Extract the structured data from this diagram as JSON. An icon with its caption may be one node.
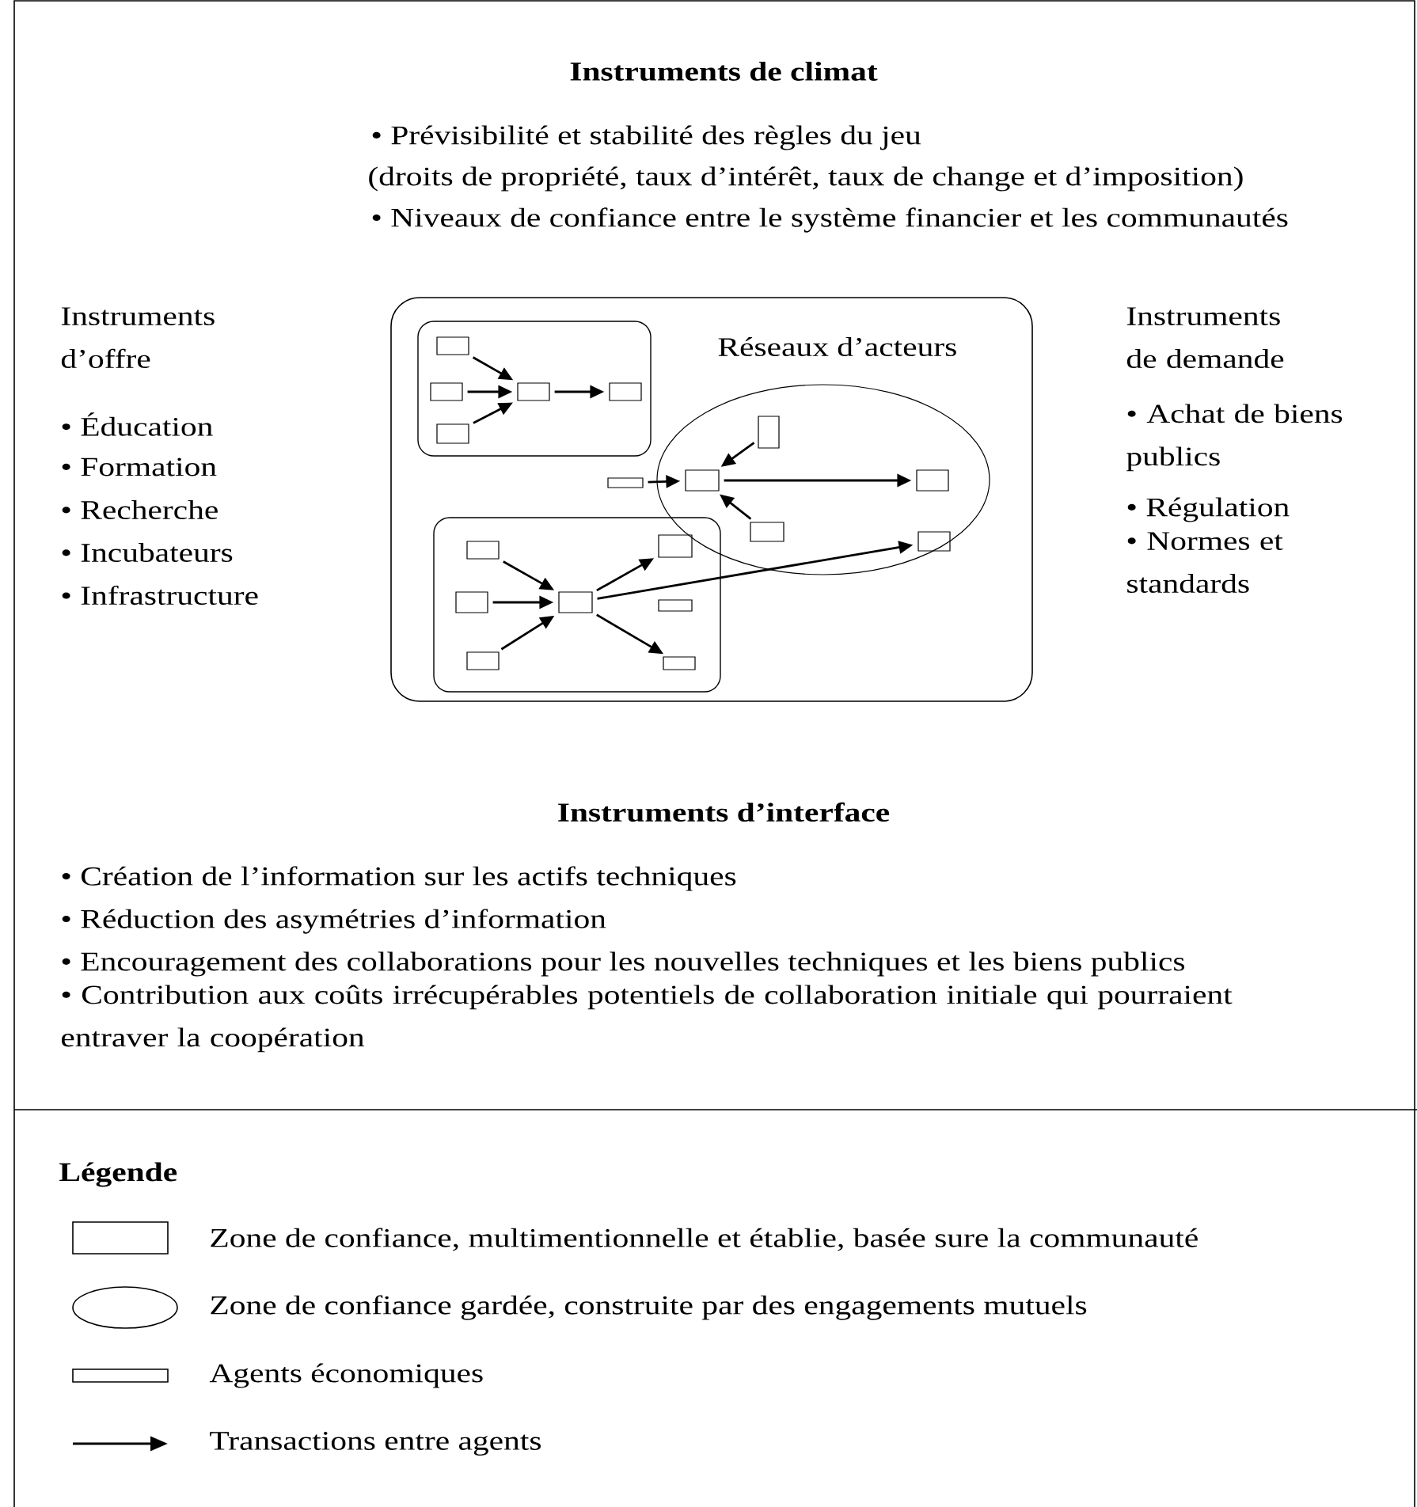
{
  "diagram": {
    "nodes": [
      {
        "text": [
          "Réseaux d’acteurs"
        ]
      },
      {
        "text": [],
        "shape": "box",
        "in": 0
      },
      {
        "text": [],
        "shape": "box",
        "in": 1
      },
      {
        "text": [],
        "shape": "box",
        "in": 1
      },
      {
        "text": [],
        "shape": "box",
        "in": 1
      },
      {
        "text": [],
        "shape": "box",
        "in": 1
      },
      {
        "text": [],
        "shape": "box",
        "in": 1
      },
      {
        "text": [],
        "shape": "ellipse",
        "in": 0
      },
      {
        "text": [],
        "shape": "box",
        "in": 0
      },
      {
        "text": [],
        "shape": "box",
        "in": 7
      },
      {
        "text": [],
        "shape": "box",
        "in": 7
      },
      {
        "text": [],
        "shape": "box",
        "in": 7
      },
      {
        "text": [],
        "shape": "box",
        "in": 7
      },
      {
        "text": [],
        "shape": "box",
        "in": 7
      },
      {
        "text": [],
        "shape": "box",
        "in": 0
      },
      {
        "text": [],
        "shape": "box",
        "in": 14
      },
      {
        "text": [],
        "shape": "box",
        "in": 14
      },
      {
        "text": [],
        "shape": "box",
        "in": 14
      },
      {
        "text": [],
        "shape": "box",
        "in": 14
      },
      {
        "text": [],
        "shape": "box",
        "in": 14
      },
      {
        "text": [],
        "shape": "box",
        "in": 14
      },
      {
        "text": [],
        "shape": "box",
        "in": 14
      }
    ],
    "edges": [
      {
        "from": 2,
        "to": 5,
        "arrow": "to"
      },
      {
        "from": 3,
        "to": 5,
        "arrow": "to"
      },
      {
        "from": 4,
        "to": 5,
        "arrow": "to"
      },
      {
        "from": 5,
        "to": 6,
        "arrow": "to"
      },
      {
        "from": 8,
        "to": 10,
        "arrow": "to"
      },
      {
        "from": 9,
        "to": 10,
        "arrow": "to"
      },
      {
        "from": 12,
        "to": 10,
        "arrow": "to"
      },
      {
        "from": 10,
        "to": 11,
        "arrow": "to"
      },
      {
        "from": 15,
        "to": 18,
        "arrow": "to"
      },
      {
        "from": 16,
        "to": 18,
        "arrow": "to"
      },
      {
        "from": 17,
        "to": 18,
        "arrow": "to"
      },
      {
        "from": 18,
        "to": 19,
        "arrow": "to"
      },
      {
        "from": 18,
        "to": 21,
        "arrow": "to"
      },
      {
        "from": 18,
        "to": 13,
        "arrow": "to"
      }
    ],
    "labels": [
      "Instruments de climat",
      "• Prévisibilité et stabilité des règles du jeu",
      "(droits de propriété, taux d’intérêt, taux de change et d’imposition)",
      "• Niveaux de confiance entre le système financier et les communautés",
      "Instruments d’offre",
      "• Éducation",
      "• Formation",
      "• Recherche",
      "• Incubateurs",
      "• Infrastructure",
      "Instruments de demande",
      "• Achat de biens publics",
      "• Régulation",
      "• Normes et standards",
      "Instruments d’interface",
      "• Création de l’information sur les actifs techniques",
      "• Réduction des asymétries d’information",
      "• Encouragement des collaborations pour les nouvelles techniques et les biens publics",
      "• Contribution aux coûts irrécupérables potentiels de collaboration initiale qui pourraient entraver la coopération",
      "Légende"
    ],
    "legend": [
      {
        "text": "Zone de confiance, multimentionnelle et établie, basée sure la communauté"
      },
      {
        "text": "Zone de confiance gardée, construite par des engagements mutuels"
      },
      {
        "text": "Agents économiques"
      },
      {
        "text": "Transactions entre agents"
      }
    ]
  }
}
